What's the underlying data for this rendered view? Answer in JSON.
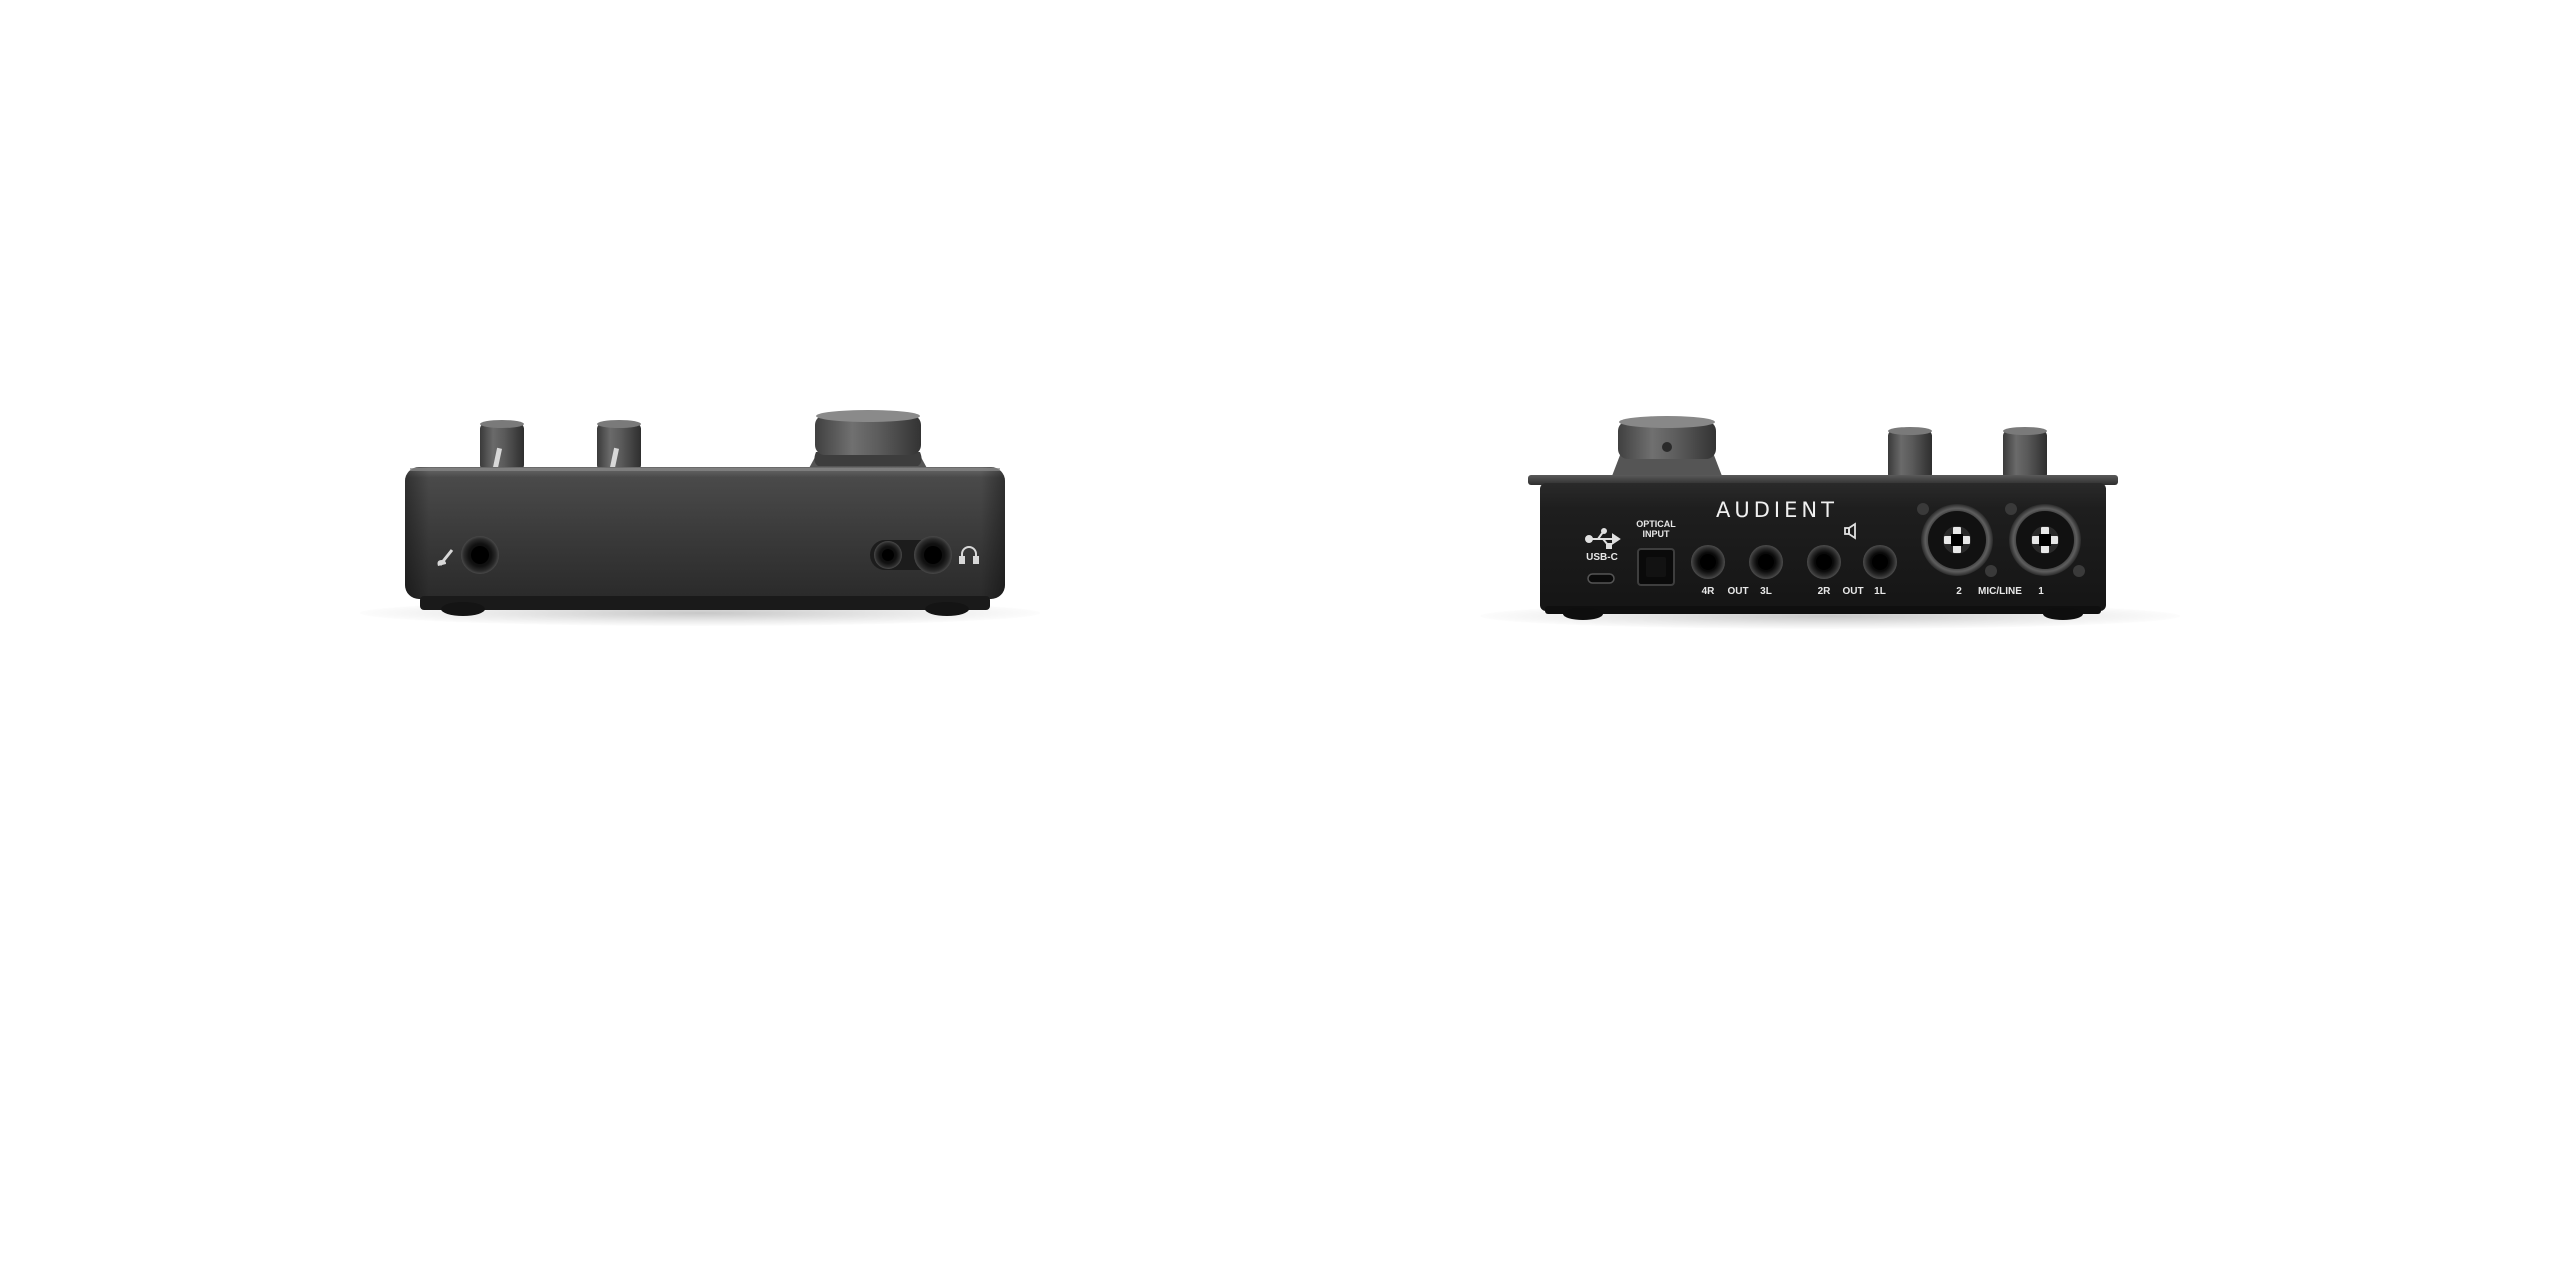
{
  "front_panel": {
    "description_icons": [
      "instrument-icon",
      "headphones-icon"
    ]
  },
  "rear_panel": {
    "brand": "AUDIENT",
    "usb_label": "USB-C",
    "optical_label_line1": "OPTICAL",
    "optical_label_line2": "INPUT",
    "out_pair_a": {
      "left": "4R",
      "mid": "OUT",
      "right": "3L"
    },
    "out_pair_b": {
      "left": "2R",
      "mid": "OUT",
      "right": "1L"
    },
    "mic_line": {
      "left": "2",
      "mid": "MIC/LINE",
      "right": "1"
    }
  },
  "colors": {
    "background": "#ffffff",
    "front_body": "#3a3a3a",
    "rear_body": "#1c1c1c",
    "label_text": "#e8e8e8"
  }
}
